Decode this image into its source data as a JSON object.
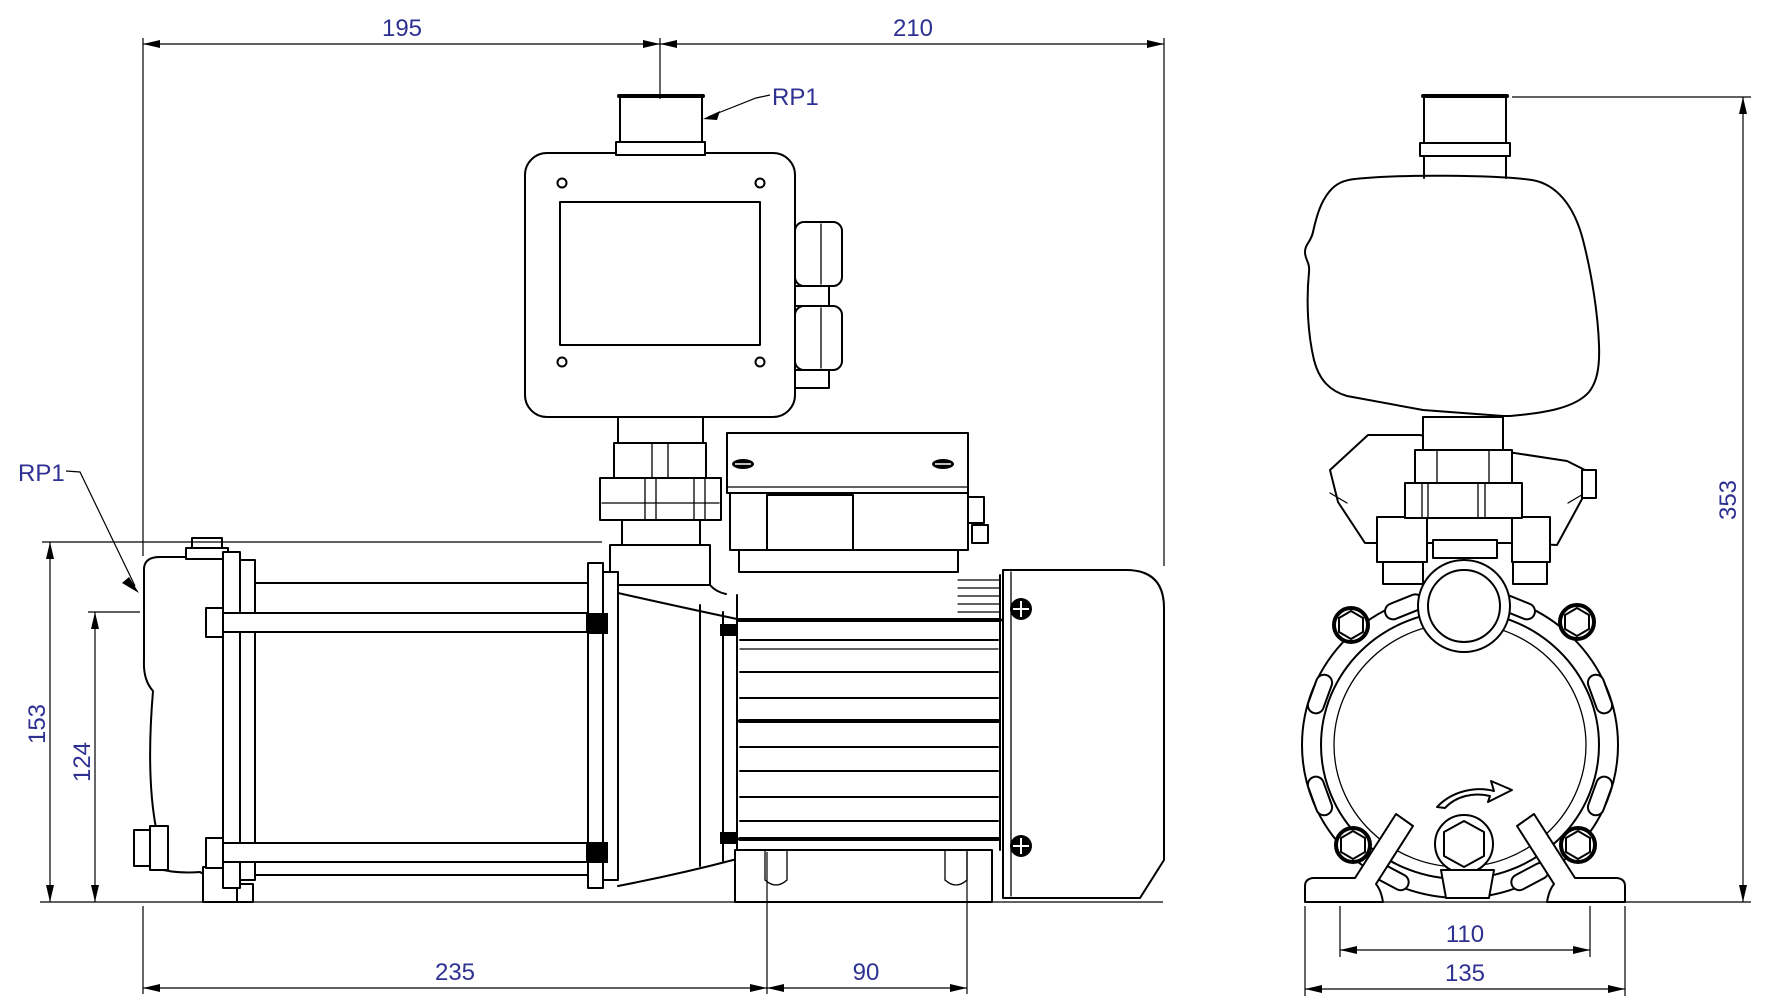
{
  "drawing": {
    "title": "pump-dimensional-drawing",
    "background_color": "#ffffff",
    "line_color": "#000000",
    "dimension_text_color": "#2e3192",
    "views": {
      "side_view": "side view with controller, pump and motor",
      "front_view": "front view of pump with controller"
    },
    "dimensions": {
      "top_left_width": "195",
      "top_right_width": "210",
      "side_height_outer": "153",
      "side_height_inner": "124",
      "base_length": "235",
      "motor_foot_hole_spacing": "90",
      "overall_height": "353",
      "front_foot_hole_spacing": "110",
      "front_base_width": "135"
    },
    "labels": {
      "discharge_port": "RP1",
      "suction_port": "RP1"
    }
  }
}
